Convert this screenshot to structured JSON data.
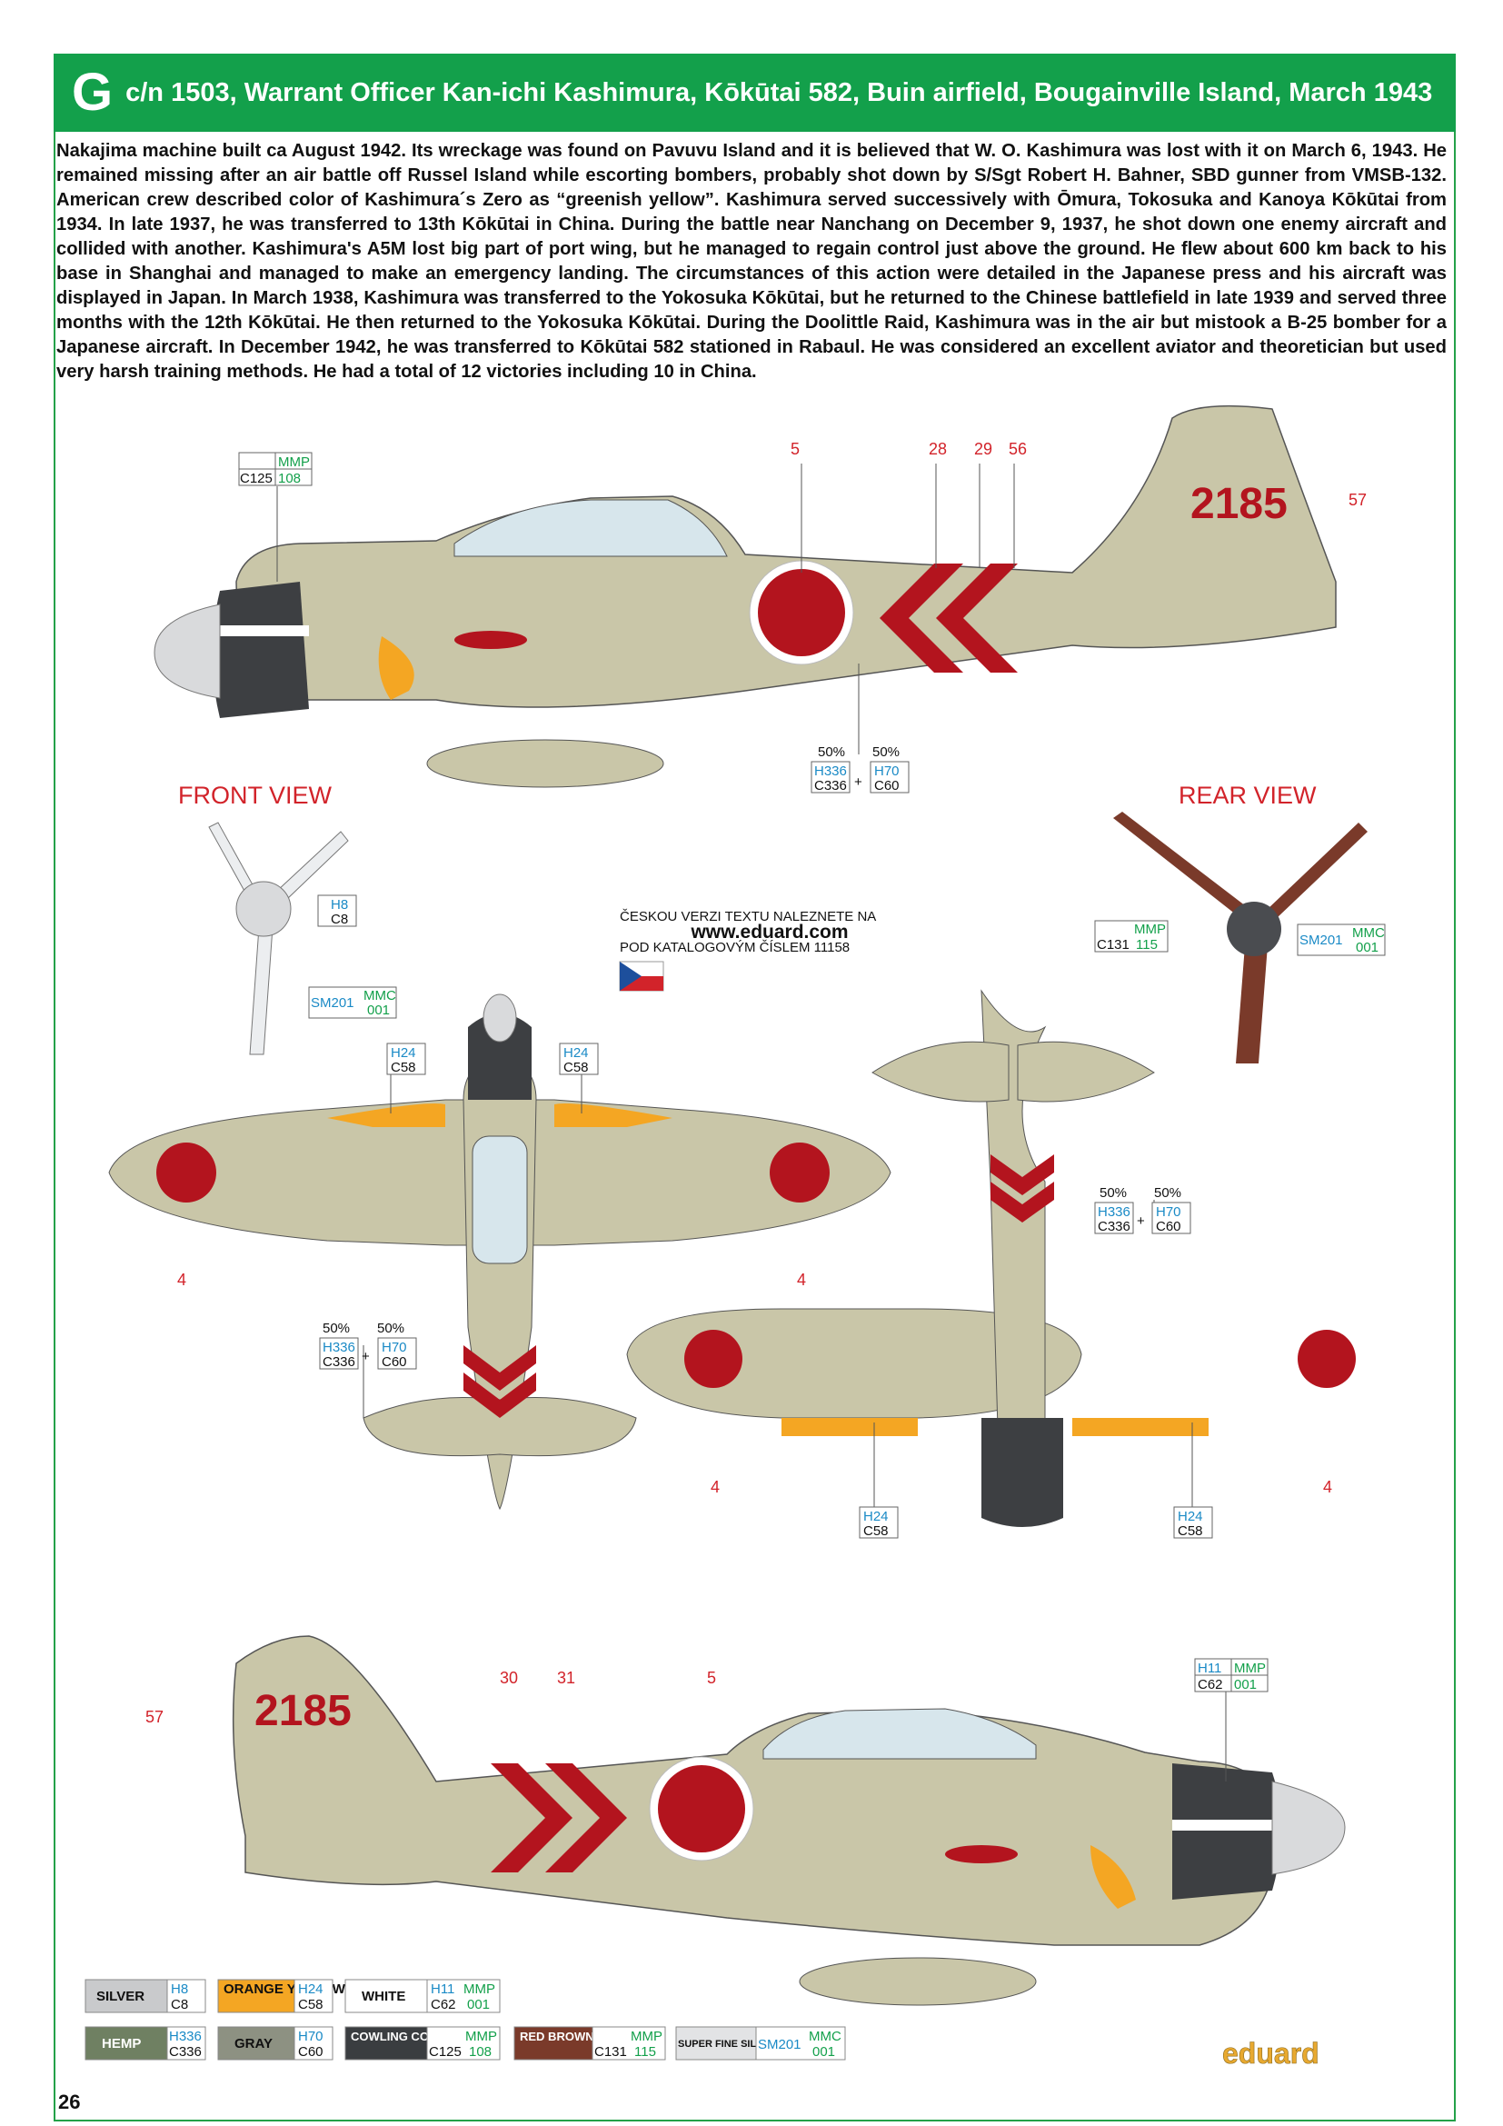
{
  "header": {
    "letter": "G",
    "title": "c/n 1503, Warrant Officer Kan-ichi Kashimura, Kōkūtai 582, Buin airfield, Bougainville Island, March 1943"
  },
  "intro": "Nakajima machine built ca August 1942. Its wreckage was found on Pavuvu Island and it is believed that W. O. Kashimura was lost with it on March 6, 1943. He remained missing after an air battle off Russel Island while escorting bombers, probably shot down by S/Sgt Robert H. Bahner, SBD gunner from VMSB-132. American crew described color of Kashimura´s Zero as “greenish yellow”. Kashimura served successively with Ōmura, Tokosuka and Kanoya Kōkūtai from 1934. In late 1937, he was transferred to 13th Kōkūtai in China. During the battle near Nanchang on December 9, 1937, he shot down one enemy aircraft and collided with another. Kashimura's A5M lost big part of port wing, but he managed to regain control just above the ground. He flew about 600 km back to his base in Shanghai and managed to make an emergency landing. The circumstances of this action were detailed in the Japanese press and his aircraft was displayed in Japan. In March 1938, Kashimura was transferred to the Yokosuka Kōkūtai, but he returned to the Chinese battlefield in late 1939 and served three months with the 12th Kōkūtai. He then returned to the Yokosuka Kōkūtai. During the Doolittle Raid, Kashimura was in the air but mistook a B-25 bomber for a Japanese aircraft. In December 1942, he was transferred to Kōkūtai 582 stationed in Rabaul. He was considered an excellent aviator and theoretician but used very harsh training methods. He had a total of 12 victories including 10 in China.",
  "views": {
    "front": "FRONT VIEW",
    "rear": "REAR VIEW"
  },
  "tail_code": "2185",
  "stencil_numbers": {
    "n5": "5",
    "n28": "28",
    "n29": "29",
    "n56": "56",
    "n57": "57",
    "n30": "30",
    "n31": "31",
    "n4": "4"
  },
  "mix": {
    "p1": "50%",
    "p2": "50%",
    "plus": "+"
  },
  "codes": {
    "H336": "H336",
    "C336": "C336",
    "H70": "H70",
    "C60": "C60",
    "H24": "H24",
    "C58": "C58",
    "H8": "H8",
    "C8": "C8",
    "H11": "H11",
    "C62": "C62",
    "MMP": "MMP",
    "C125": "C125",
    "n108": "108",
    "C131": "C131",
    "n115": "115",
    "SM201": "SM201",
    "MMC": "MMC",
    "n001": "001"
  },
  "czech": {
    "line1": "ČESKOU VERZI TEXTU NALEZNETE NA",
    "url": "www.eduard.com",
    "line2": "POD KATALOGOVÝM ČÍSLEM 11158"
  },
  "legend": [
    {
      "label": "SILVER",
      "h": "H8",
      "c": "C8",
      "color": "#c9cacc",
      "text": "#111"
    },
    {
      "label": "ORANGE YELLOW",
      "h": "H24",
      "c": "C58",
      "color": "#f4a623",
      "text": "#111"
    },
    {
      "label": "WHITE",
      "h": "H11",
      "h2": "MMP",
      "c": "C62",
      "c2": "001",
      "color": "#ffffff",
      "text": "#111"
    },
    {
      "label": "HEMP",
      "h": "H336",
      "c": "C336",
      "color": "#6f8062",
      "text": "#fff"
    },
    {
      "label": "GRAY",
      "h": "H70",
      "c": "C60",
      "color": "#8d9182",
      "text": "#111"
    },
    {
      "label": "COWLING COLOR",
      "h": "MMP",
      "c": "C125",
      "c2": "108",
      "color": "#3a3d40",
      "text": "#fff"
    },
    {
      "label": "RED BROWN",
      "h": "MMP",
      "c": "C131",
      "c2": "115",
      "color": "#7a3a2a",
      "text": "#fff"
    },
    {
      "label": "SUPER FINE SILVER",
      "h": "SM201",
      "h2": "MMC",
      "c2": "001",
      "color": "#e2e3e5",
      "text": "#111"
    }
  ],
  "colors": {
    "airframe": "#c9c6a8",
    "hinomaru": "#b3141e",
    "cowling": "#3d3f42",
    "orange": "#f4a623",
    "green": "#13a04b",
    "red_text": "#d2232a"
  },
  "page_number": "26",
  "brand": "eduard"
}
